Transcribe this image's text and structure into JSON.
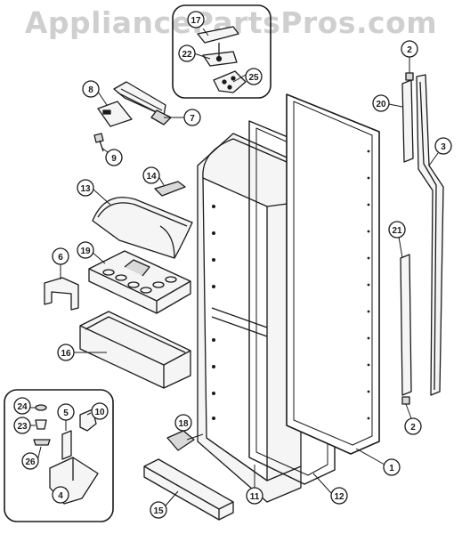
{
  "watermark": "AppliancePartsPros.com",
  "callouts": {
    "c1": "1",
    "c2a": "2",
    "c2b": "2",
    "c3": "3",
    "c4": "4",
    "c5": "5",
    "c6": "6",
    "c7": "7",
    "c8": "8",
    "c9": "9",
    "c10": "10",
    "c11": "11",
    "c12": "12",
    "c13": "13",
    "c14": "14",
    "c15": "15",
    "c16": "16",
    "c17": "17",
    "c18": "18",
    "c19": "19",
    "c20": "20",
    "c21": "21",
    "c22": "22",
    "c23": "23",
    "c24": "24",
    "c25": "25",
    "c26": "26"
  },
  "colors": {
    "line": "#1a1a1a",
    "part_fill": "#f5f5f5",
    "shade": "#d9d9d9",
    "callout_fill": "#ffffff"
  }
}
